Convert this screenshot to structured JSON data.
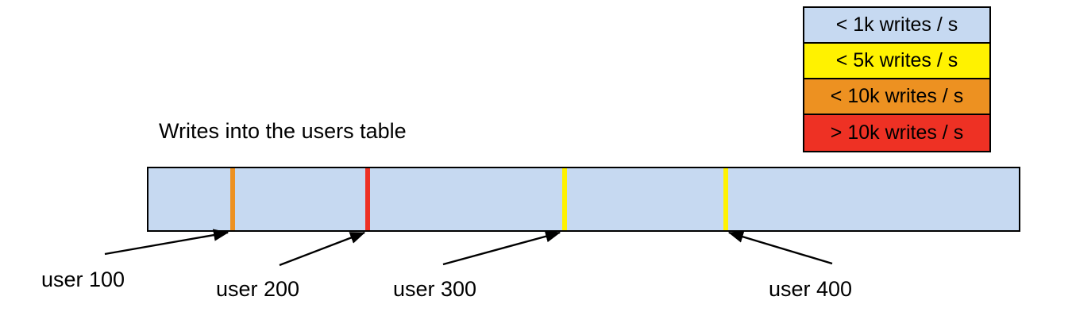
{
  "chart_data": {
    "type": "bar",
    "title": "Writes into the users table",
    "xlabel": "",
    "ylabel": "",
    "description": "A single horizontal range bar representing the users table keyspace, shaded light blue for the default write-rate bucket, with colored vertical stripes marking hot rows at specific user boundaries.",
    "categories": [
      "user 100",
      "user 200",
      "user 300",
      "user 400"
    ],
    "markers": [
      {
        "label": "user 100",
        "position_pct": 9.5,
        "color": "#ed9121",
        "bucket": "< 10k writes / s"
      },
      {
        "label": "user 200",
        "position_pct": 25.0,
        "color": "#ee3124",
        "bucket": "> 10k writes / s"
      },
      {
        "label": "user 300",
        "position_pct": 47.5,
        "color": "#fff200",
        "bucket": "< 5k writes / s"
      },
      {
        "label": "user 400",
        "position_pct": 66.0,
        "color": "#fff200",
        "bucket": "< 5k writes / s"
      }
    ],
    "background_bucket": "< 1k writes / s",
    "background_color": "#c6d9f1",
    "legend_position": "top-right",
    "grid": false
  },
  "legend": {
    "title": "",
    "items": [
      {
        "label": "< 1k writes / s",
        "color": "#c6d9f1"
      },
      {
        "label": "< 5k writes / s",
        "color": "#fff200"
      },
      {
        "label": "< 10k writes / s",
        "color": "#ed9121"
      },
      {
        "label": "> 10k writes / s",
        "color": "#ee3124"
      }
    ]
  },
  "annotations": [
    {
      "label": "user 100"
    },
    {
      "label": "user 200"
    },
    {
      "label": "user 300"
    },
    {
      "label": "user 400"
    }
  ],
  "colors": {
    "outline": "#000000",
    "bar_fill": "#c6d9f1",
    "yellow": "#fff200",
    "orange": "#ed9121",
    "red": "#ee3124",
    "text": "#000000",
    "background": "#ffffff"
  }
}
